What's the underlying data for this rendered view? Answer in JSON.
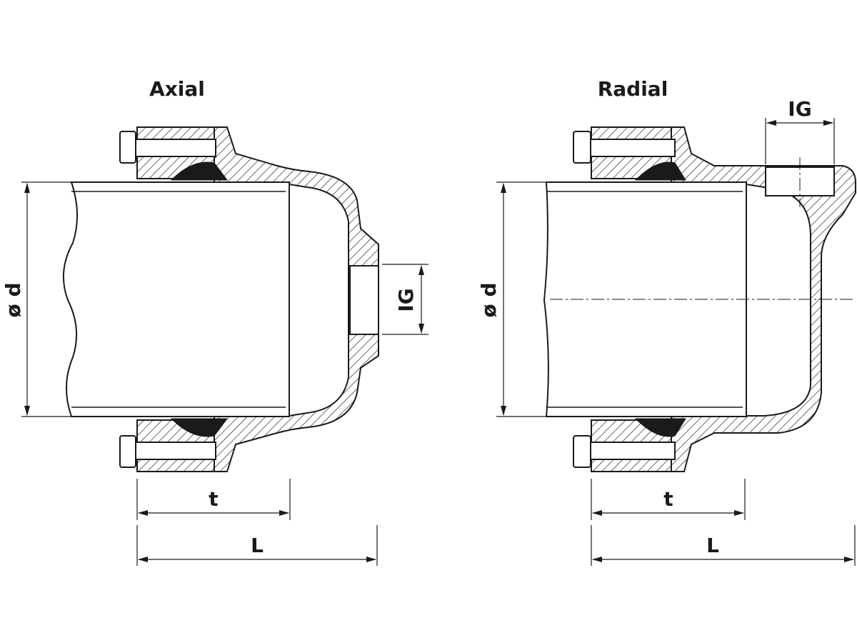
{
  "views": [
    {
      "title": "Axial",
      "diameter_label": "ø d",
      "thread_label": "IG",
      "depth_label": "t",
      "length_label": "L"
    },
    {
      "title": "Radial",
      "diameter_label": "ø d",
      "thread_label": "IG",
      "depth_label": "t",
      "length_label": "L"
    }
  ],
  "colors": {
    "line": "#1a1a1a",
    "background": "#ffffff"
  }
}
